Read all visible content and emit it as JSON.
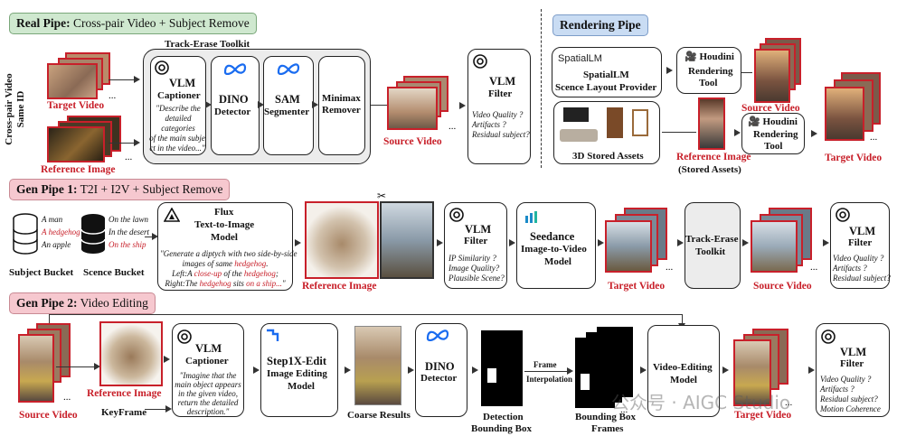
{
  "real": {
    "header_bold": "Real Pipe:",
    "header_rest": " Cross-pair Video + Subject Remove",
    "side_label_1": "Cross-pair Video",
    "side_label_2": "Same ID",
    "target_video": "Target Video",
    "reference_image": "Reference Image",
    "toolkit_title": "Track-Erase Toolkit",
    "vlm_title": "VLM",
    "captioner": "Captioner",
    "caption_text": [
      "\"Describe the",
      "detailed",
      "categories",
      "of the main subje",
      "ct in the video...\""
    ],
    "dino": [
      "DINO",
      "Detector"
    ],
    "sam": [
      "SAM",
      "Segmenter"
    ],
    "minimax": [
      "Minimax",
      "Remover"
    ],
    "source_video": "Source Video",
    "filter_title": "VLM",
    "filter_sub": "Filter",
    "filter_items": [
      "Video Quality ?",
      "Artifacts ?",
      "Residual subject?"
    ]
  },
  "render": {
    "header": "Rendering Pipe",
    "spatiallm_logo": "SpatialLM",
    "spatiallm_name": "SpatialLM",
    "spatiallm_desc": "Scence Layout Provider",
    "houdini1": [
      "Houdini",
      "Rendering",
      "Tool"
    ],
    "houdini2": [
      "Houdini",
      "Rendering",
      "Tool"
    ],
    "stored_assets": "3D Stored Assets",
    "ref_image": "Reference Image",
    "ref_image_sub": "(Stored Assets)",
    "source_video": "Source Video",
    "target_video": "Target Video"
  },
  "gen1": {
    "header_bold": "Gen Pipe 1:",
    "header_rest": " T2I + I2V + Subject Remove",
    "subject_items": [
      "A man",
      "A hedgehog",
      "An apple"
    ],
    "scene_items": [
      "On the lawn",
      "In the desert",
      "On the ship"
    ],
    "subject_bucket": "Subject Bucket",
    "scene_bucket": "Scence Bucket",
    "flux": [
      "Flux",
      "Text-to-Image",
      "Model"
    ],
    "prompt_1": "\"Generate a diptych with two side-by-side",
    "prompt_2": "images of same ",
    "prompt_2_red": "hedgehog",
    "prompt_2_end": ".",
    "prompt_3_a": "Left:A ",
    "prompt_3_red": "close-up",
    "prompt_3_b": " of the ",
    "prompt_3_red2": "hedgehog",
    "prompt_3_c": ";",
    "prompt_4_a": "Right:The ",
    "prompt_4_red": "hedgehog",
    "prompt_4_b": " sits ",
    "prompt_4_red2": "on a ship...",
    "prompt_4_c": "\"",
    "reference_image": "Reference Image",
    "vlm_filter": [
      "VLM",
      "Filter"
    ],
    "vlm_filter_items": [
      "IP Similarity ?",
      "Image Quality?",
      "Plausible Scene?"
    ],
    "seedance": [
      "Seedance",
      "Image-to-Video",
      "Model"
    ],
    "target_video": "Target Video",
    "track_erase": [
      "Track-Erase",
      "Toolkit"
    ],
    "source_video": "Source Video",
    "vlm_filter2": [
      "VLM",
      "Filter"
    ],
    "vlm_filter2_items": [
      "Video Quality ?",
      "Artifacts ?",
      "Residual subject?"
    ]
  },
  "gen2": {
    "header_bold": "Gen Pipe 2:",
    "header_rest": " Video Editing",
    "source_video": "Source Video",
    "reference_image": "Reference Image",
    "keyframe": "KeyFrame",
    "vlm": [
      "VLM",
      "Captioner"
    ],
    "caption": [
      "\"Imagine that the",
      "main object appears",
      "in the given video,",
      "return the detailed",
      "description.\""
    ],
    "step1x": [
      "Step1X-Edit",
      "Image Editing",
      "Model"
    ],
    "coarse": "Coarse Results",
    "dino": [
      "DINO",
      "Detector"
    ],
    "detection": [
      "Detection",
      "Bounding Box"
    ],
    "frame_interp": [
      "Frame",
      "Interpolation"
    ],
    "bbox_frames": [
      "Bounding Box",
      "Frames"
    ],
    "video_editing": [
      "Video-Editing",
      "Model"
    ],
    "target_video": "Target Video",
    "filter": [
      "VLM",
      "Filter"
    ],
    "filter_items": [
      "Video Quality ?",
      "Artifacts ?",
      "Residual subject?",
      "Motion Coherence"
    ]
  },
  "watermark": "公众号 · AIGC Studio",
  "colors": {
    "accent_red": "#c8202a",
    "green_header": "#cfe8cf",
    "blue_header": "#c9dcf3",
    "pink_header": "#f6c8cf"
  }
}
